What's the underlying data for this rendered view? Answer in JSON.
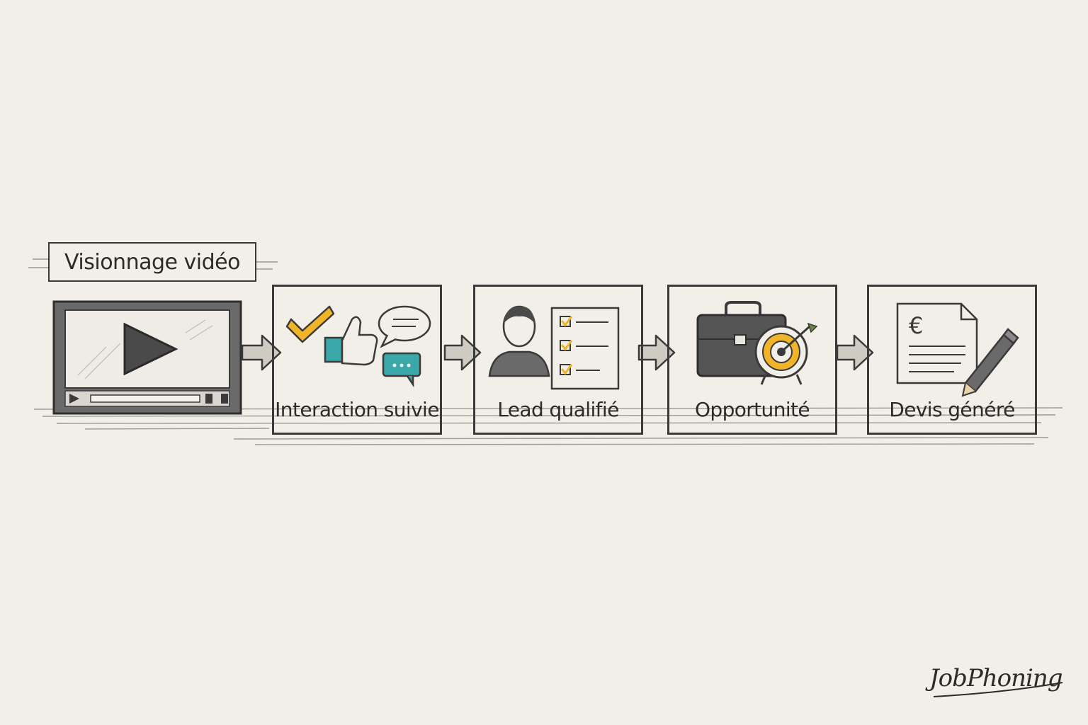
{
  "start": {
    "label": "Visionnage vidéo"
  },
  "steps": [
    {
      "label": "Interaction suivie"
    },
    {
      "label": "Lead qualifié"
    },
    {
      "label": "Opportunité"
    },
    {
      "label": "Devis généré"
    }
  ],
  "brand": {
    "name": "JobPhoning"
  },
  "colors": {
    "background": "#f2efe8",
    "ink": "#3a3a3a",
    "accent_yellow": "#f0b429",
    "accent_teal": "#3aa8a8"
  },
  "icons": {
    "start": [
      "video-player-icon",
      "play-icon"
    ],
    "step1": [
      "checkmark-icon",
      "thumbs-up-icon",
      "speech-bubble-icon",
      "chat-bubble-icon"
    ],
    "step2": [
      "person-icon",
      "checklist-icon"
    ],
    "step3": [
      "briefcase-icon",
      "target-icon"
    ],
    "step4": [
      "euro-document-icon",
      "pencil-icon"
    ]
  }
}
